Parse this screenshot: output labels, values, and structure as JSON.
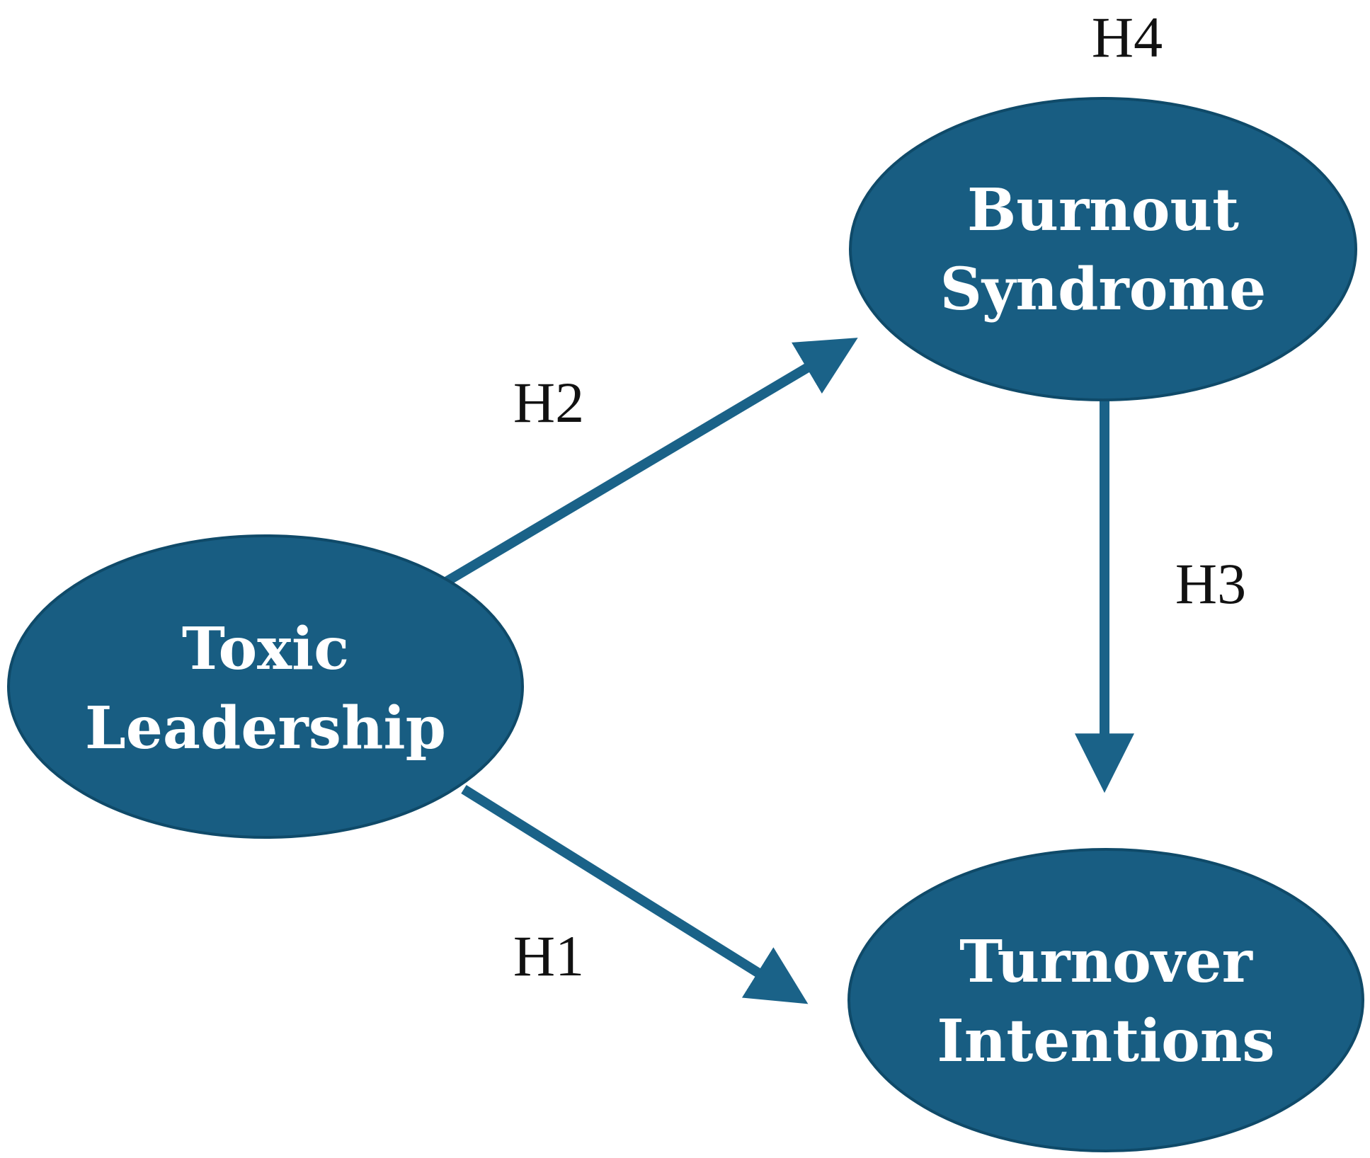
{
  "colors": {
    "node_fill": "#185d82",
    "node_stroke": "#0f4a69",
    "arrow": "#1a6288",
    "label_text": "#ffffff",
    "hypothesis_text": "#111111"
  },
  "nodes": {
    "toxic_leadership": {
      "line1": "Toxic",
      "line2": "Leadership"
    },
    "burnout_syndrome": {
      "line1": "Burnout",
      "line2": "Syndrome"
    },
    "turnover_intentions": {
      "line1": "Turnover",
      "line2": "Intentions"
    }
  },
  "hypotheses": {
    "h1": "H1",
    "h2": "H2",
    "h3": "H3",
    "h4": "H4"
  },
  "edges": [
    {
      "from": "toxic_leadership",
      "to": "burnout_syndrome",
      "label": "H2"
    },
    {
      "from": "toxic_leadership",
      "to": "turnover_intentions",
      "label": "H1"
    },
    {
      "from": "burnout_syndrome",
      "to": "turnover_intentions",
      "label": "H3"
    }
  ]
}
